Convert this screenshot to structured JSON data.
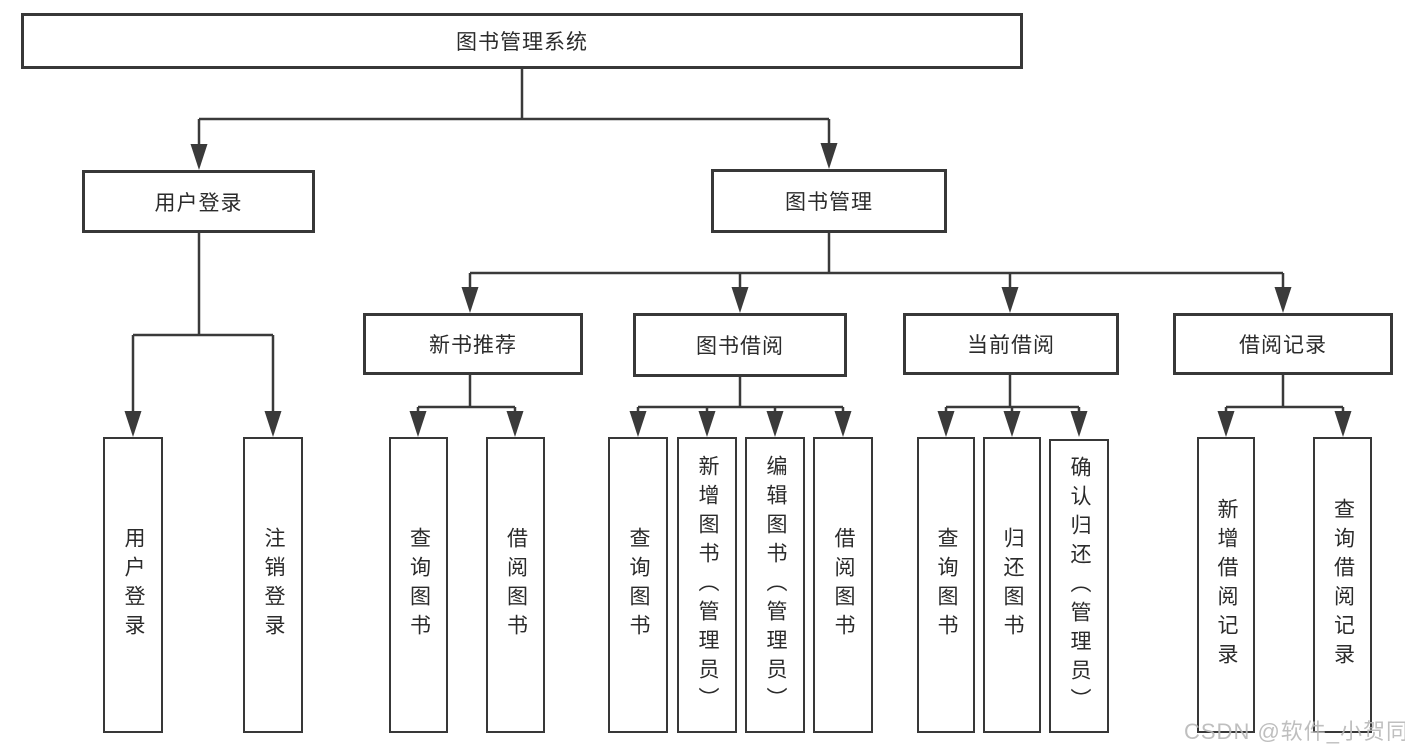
{
  "diagram_title": "图书管理系统",
  "tree": {
    "label": "图书管理系统",
    "children": [
      {
        "label": "用户登录",
        "children": [
          {
            "label": "用户登录"
          },
          {
            "label": "注销登录"
          }
        ]
      },
      {
        "label": "图书管理",
        "children": [
          {
            "label": "新书推荐",
            "children": [
              {
                "label": "查询图书"
              },
              {
                "label": "借阅图书"
              }
            ]
          },
          {
            "label": "图书借阅",
            "children": [
              {
                "label": "查询图书"
              },
              {
                "label": "新增图书（管理员）"
              },
              {
                "label": "编辑图书（管理员）"
              },
              {
                "label": "借阅图书"
              }
            ]
          },
          {
            "label": "当前借阅",
            "children": [
              {
                "label": "查询图书"
              },
              {
                "label": "归还图书"
              },
              {
                "label": "确认归还（管理员）"
              }
            ]
          },
          {
            "label": "借阅记录",
            "children": [
              {
                "label": "新增借阅记录"
              },
              {
                "label": "查询借阅记录"
              }
            ]
          }
        ]
      }
    ]
  },
  "watermark": {
    "text": "CSDN @软件_小贺同学"
  },
  "colors": {
    "line": "#3a3a3a",
    "box_border": "#383838",
    "text": "#2b2b2b",
    "watermark": "#b9b9b9",
    "background": "#ffffff"
  }
}
